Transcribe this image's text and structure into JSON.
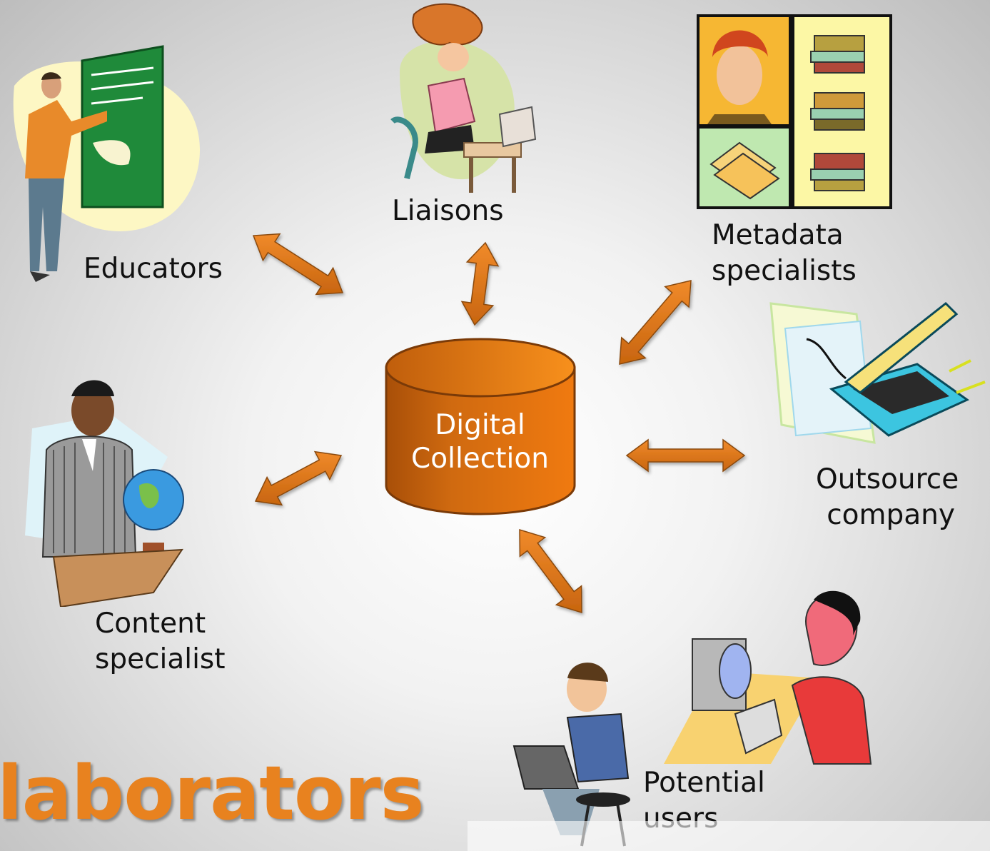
{
  "title": "laborators",
  "center": {
    "line1": "Digital",
    "line2": "Collection"
  },
  "nodes": {
    "educators": "Educators",
    "liaisons": "Liaisons",
    "metadata": {
      "line1": "Metadata",
      "line2": "specialists"
    },
    "outsource": {
      "line1": "Outsource",
      "line2": "company"
    },
    "content": {
      "line1": "Content",
      "line2": "specialist"
    },
    "users": {
      "line1": "Potential",
      "line2": "users"
    }
  },
  "colors": {
    "arrow": "#e07a1a",
    "cylinder": "#e06e0c",
    "title": "#e8821f"
  }
}
